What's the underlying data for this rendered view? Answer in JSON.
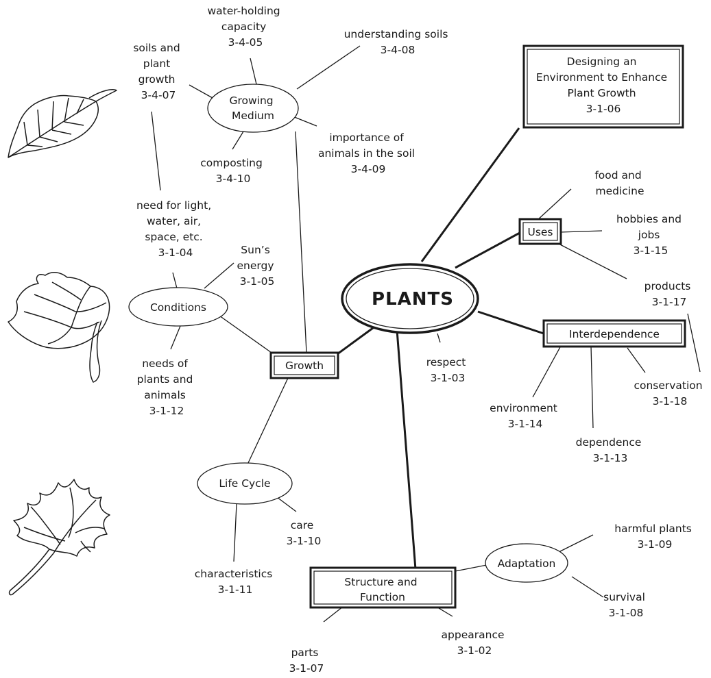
{
  "center": "PLANTS",
  "nodes": {
    "growth": "Growth",
    "uses": "Uses",
    "interdependence": "Interdependence",
    "growing_medium": [
      "Growing",
      "Medium"
    ],
    "conditions": "Conditions",
    "life_cycle": "Life Cycle",
    "adaptation": "Adaptation",
    "structure_function": [
      "Structure and",
      "Function"
    ],
    "designing": [
      "Designing an",
      "Environment to Enhance",
      "Plant Growth",
      "3-1-06"
    ]
  },
  "labels": {
    "water_holding": [
      "water-holding",
      "capacity",
      "3-4-05"
    ],
    "understanding_soils": [
      "understanding soils",
      "3-4-08"
    ],
    "soils_plant_growth": [
      "soils and",
      "plant",
      "growth",
      "3-4-07"
    ],
    "importance_animals": [
      "importance of",
      "animals in the soil",
      "3-4-09"
    ],
    "composting": [
      "composting",
      "3-4-10"
    ],
    "need_for_light": [
      "need for light,",
      "water, air,",
      "space, etc.",
      "3-1-04"
    ],
    "suns_energy": [
      "Sun’s",
      "energy",
      "3-1-05"
    ],
    "needs_plants_animals": [
      "needs of",
      "plants and",
      "animals",
      "3-1-12"
    ],
    "food_medicine": [
      "food and",
      "medicine"
    ],
    "hobbies_jobs": [
      "hobbies and",
      "jobs",
      "3-1-15"
    ],
    "products": [
      "products",
      "3-1-17"
    ],
    "respect": [
      "respect",
      "3-1-03"
    ],
    "environment": [
      "environment",
      "3-1-14"
    ],
    "dependence": [
      "dependence",
      "3-1-13"
    ],
    "conservation": [
      "conservation",
      "3-1-18"
    ],
    "care": [
      "care",
      "3-1-10"
    ],
    "characteristics": [
      "characteristics",
      "3-1-11"
    ],
    "harmful_plants": [
      "harmful plants",
      "3-1-09"
    ],
    "survival": [
      "survival",
      "3-1-08"
    ],
    "parts": [
      "parts",
      "3-1-07"
    ],
    "appearance": [
      "appearance",
      "3-1-02"
    ]
  },
  "icons": [
    "birch-leaf-icon",
    "heart-leaf-icon",
    "maple-leaf-icon"
  ]
}
